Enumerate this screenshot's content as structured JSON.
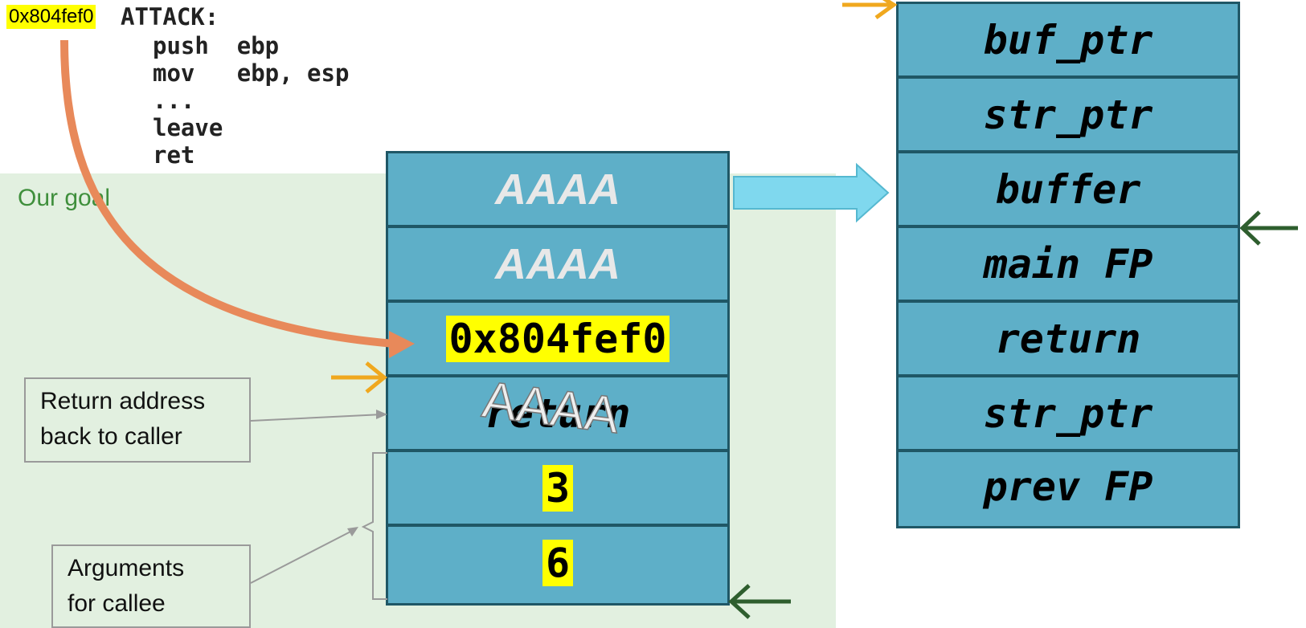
{
  "code": {
    "address": "0x804fef0",
    "label": "ATTACK:",
    "lines": [
      "push  ebp",
      "mov   ebp, esp",
      "...",
      "leave",
      "ret"
    ]
  },
  "goal_label": "Our goal",
  "left_stack": {
    "cells": [
      "AAAA",
      "AAAA",
      "0x804fef0",
      "return",
      "3",
      "6"
    ],
    "overwrite_text": "AAAA"
  },
  "right_stack": {
    "cells": [
      "buf_ptr",
      "str_ptr",
      "buffer",
      "main FP",
      "return",
      "str_ptr",
      "prev FP"
    ]
  },
  "callouts": {
    "return_address": [
      "Return address",
      "back to caller"
    ],
    "arguments": [
      "Arguments",
      "for callee"
    ]
  },
  "colors": {
    "stack_fill": "#5eafc8",
    "stack_border": "#1f5766",
    "highlight": "#ffff00",
    "goal_bg": "#e2f0e0",
    "goal_text": "#3f8f3c",
    "curve_arrow": "#e8895a",
    "orange_pointer": "#f0a81e",
    "green_pointer": "#2e5e2e",
    "big_arrow": "#7fd8ee"
  }
}
